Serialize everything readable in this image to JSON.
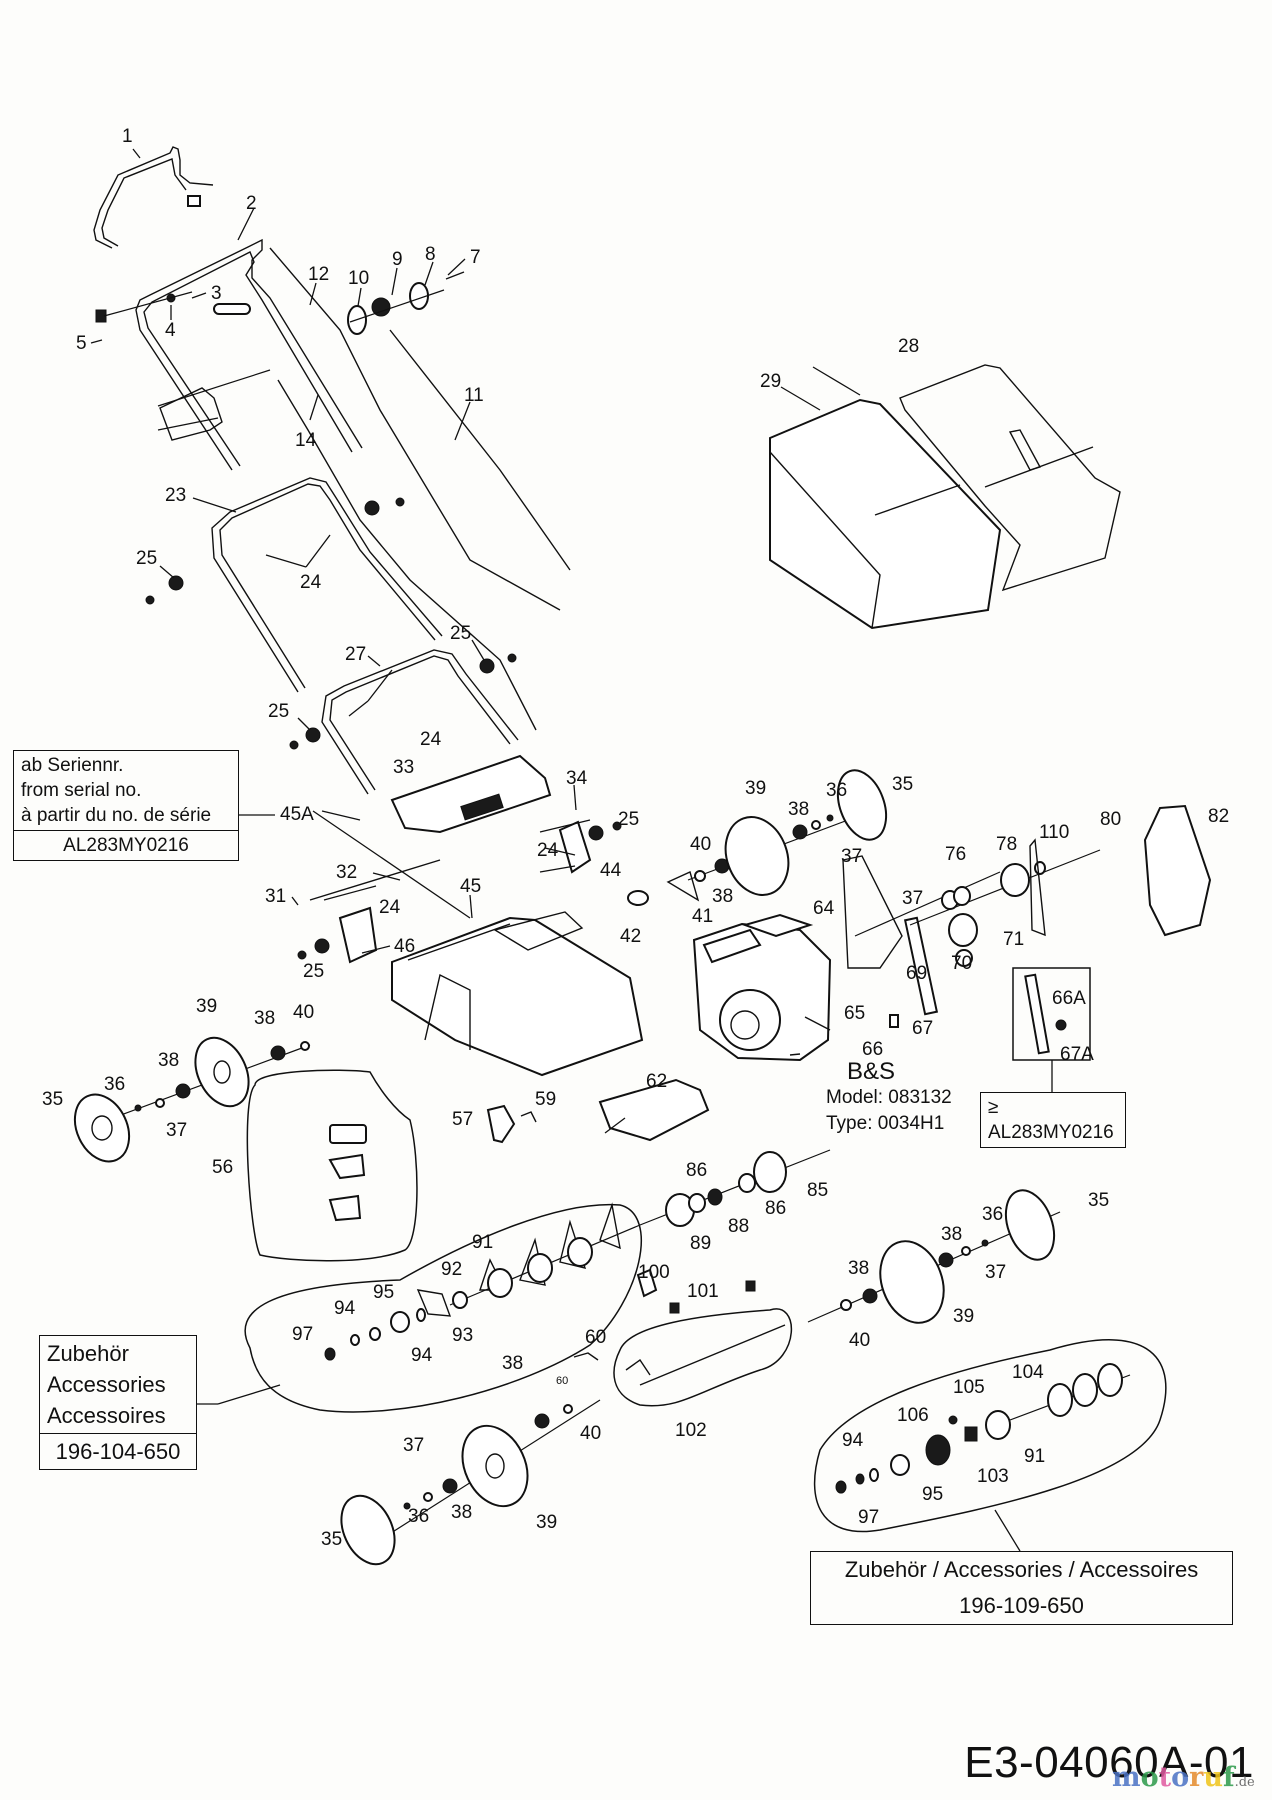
{
  "diagram": {
    "title": "Exploded parts diagram – lawn scarifier / verticutter",
    "drawing_code": "E3-04060A-01",
    "watermark": {
      "letters": [
        "m",
        "o",
        "t",
        "o",
        "r",
        "u",
        "f"
      ],
      "tld": ".de"
    }
  },
  "engine": {
    "brand": "B&S",
    "model": "Model: 083132",
    "type": "Type: 0034H1"
  },
  "serial_box": {
    "lines": [
      "ab Seriennr.",
      "from serial no.",
      "à partir du no. de série"
    ],
    "serial": "AL283MY0216",
    "ref_label": "45A"
  },
  "serial_box_2": {
    "symbol": "≥",
    "serial": "AL283MY0216"
  },
  "accessory_box_1": {
    "lines": [
      "Zubehör",
      "Accessories",
      "Accessoires"
    ],
    "part_no": "196-104-650"
  },
  "accessory_box_2": {
    "line": "Zubehör / Accessories / Accessoires",
    "part_no": "196-109-650"
  },
  "callouts": [
    {
      "id": "1",
      "label": "1"
    },
    {
      "id": "2",
      "label": "2"
    },
    {
      "id": "3",
      "label": "3"
    },
    {
      "id": "4",
      "label": "4"
    },
    {
      "id": "5",
      "label": "5"
    },
    {
      "id": "7",
      "label": "7"
    },
    {
      "id": "8",
      "label": "8"
    },
    {
      "id": "9",
      "label": "9"
    },
    {
      "id": "10",
      "label": "10"
    },
    {
      "id": "11",
      "label": "11"
    },
    {
      "id": "12",
      "label": "12"
    },
    {
      "id": "14",
      "label": "14"
    },
    {
      "id": "23",
      "label": "23"
    },
    {
      "id": "24a",
      "label": "24"
    },
    {
      "id": "24b",
      "label": "24"
    },
    {
      "id": "24c",
      "label": "24"
    },
    {
      "id": "24d",
      "label": "24"
    },
    {
      "id": "25a",
      "label": "25"
    },
    {
      "id": "25b",
      "label": "25"
    },
    {
      "id": "25c",
      "label": "25"
    },
    {
      "id": "25d",
      "label": "25"
    },
    {
      "id": "25e",
      "label": "25"
    },
    {
      "id": "27",
      "label": "27"
    },
    {
      "id": "28",
      "label": "28"
    },
    {
      "id": "29",
      "label": "29"
    },
    {
      "id": "31",
      "label": "31"
    },
    {
      "id": "32",
      "label": "32"
    },
    {
      "id": "33",
      "label": "33"
    },
    {
      "id": "34",
      "label": "34"
    },
    {
      "id": "35a",
      "label": "35"
    },
    {
      "id": "35b",
      "label": "35"
    },
    {
      "id": "35c",
      "label": "35"
    },
    {
      "id": "35d",
      "label": "35"
    },
    {
      "id": "36a",
      "label": "36"
    },
    {
      "id": "36b",
      "label": "36"
    },
    {
      "id": "36c",
      "label": "36"
    },
    {
      "id": "36d",
      "label": "36"
    },
    {
      "id": "37a",
      "label": "37"
    },
    {
      "id": "37b",
      "label": "37"
    },
    {
      "id": "37c",
      "label": "37"
    },
    {
      "id": "37d",
      "label": "37"
    },
    {
      "id": "37e",
      "label": "37"
    },
    {
      "id": "38a",
      "label": "38"
    },
    {
      "id": "38b",
      "label": "38"
    },
    {
      "id": "38c",
      "label": "38"
    },
    {
      "id": "38d",
      "label": "38"
    },
    {
      "id": "38e",
      "label": "38"
    },
    {
      "id": "38f",
      "label": "38"
    },
    {
      "id": "38g",
      "label": "38"
    },
    {
      "id": "38h",
      "label": "38"
    },
    {
      "id": "39a",
      "label": "39"
    },
    {
      "id": "39b",
      "label": "39"
    },
    {
      "id": "39c",
      "label": "39"
    },
    {
      "id": "39d",
      "label": "39"
    },
    {
      "id": "40a",
      "label": "40"
    },
    {
      "id": "40b",
      "label": "40"
    },
    {
      "id": "40c",
      "label": "40"
    },
    {
      "id": "40d",
      "label": "40"
    },
    {
      "id": "41",
      "label": "41"
    },
    {
      "id": "42",
      "label": "42"
    },
    {
      "id": "44",
      "label": "44"
    },
    {
      "id": "45",
      "label": "45"
    },
    {
      "id": "46",
      "label": "46"
    },
    {
      "id": "56",
      "label": "56"
    },
    {
      "id": "57",
      "label": "57"
    },
    {
      "id": "59",
      "label": "59"
    },
    {
      "id": "60a",
      "label": "60"
    },
    {
      "id": "60b",
      "label": "60"
    },
    {
      "id": "62",
      "label": "62"
    },
    {
      "id": "64",
      "label": "64"
    },
    {
      "id": "65",
      "label": "65"
    },
    {
      "id": "66",
      "label": "66"
    },
    {
      "id": "66A",
      "label": "66A"
    },
    {
      "id": "67",
      "label": "67"
    },
    {
      "id": "67A",
      "label": "67A"
    },
    {
      "id": "69",
      "label": "69"
    },
    {
      "id": "70",
      "label": "70"
    },
    {
      "id": "71",
      "label": "71"
    },
    {
      "id": "76",
      "label": "76"
    },
    {
      "id": "78",
      "label": "78"
    },
    {
      "id": "80",
      "label": "80"
    },
    {
      "id": "82",
      "label": "82"
    },
    {
      "id": "85",
      "label": "85"
    },
    {
      "id": "86a",
      "label": "86"
    },
    {
      "id": "86b",
      "label": "86"
    },
    {
      "id": "88",
      "label": "88"
    },
    {
      "id": "89",
      "label": "89"
    },
    {
      "id": "91a",
      "label": "91"
    },
    {
      "id": "91b",
      "label": "91"
    },
    {
      "id": "92",
      "label": "92"
    },
    {
      "id": "93",
      "label": "93"
    },
    {
      "id": "94a",
      "label": "94"
    },
    {
      "id": "94b",
      "label": "94"
    },
    {
      "id": "94c",
      "label": "94"
    },
    {
      "id": "95a",
      "label": "95"
    },
    {
      "id": "95b",
      "label": "95"
    },
    {
      "id": "97a",
      "label": "97"
    },
    {
      "id": "97b",
      "label": "97"
    },
    {
      "id": "100",
      "label": "100"
    },
    {
      "id": "101",
      "label": "101"
    },
    {
      "id": "102",
      "label": "102"
    },
    {
      "id": "103",
      "label": "103"
    },
    {
      "id": "104",
      "label": "104"
    },
    {
      "id": "105",
      "label": "105"
    },
    {
      "id": "106",
      "label": "106"
    },
    {
      "id": "110",
      "label": "110"
    }
  ]
}
